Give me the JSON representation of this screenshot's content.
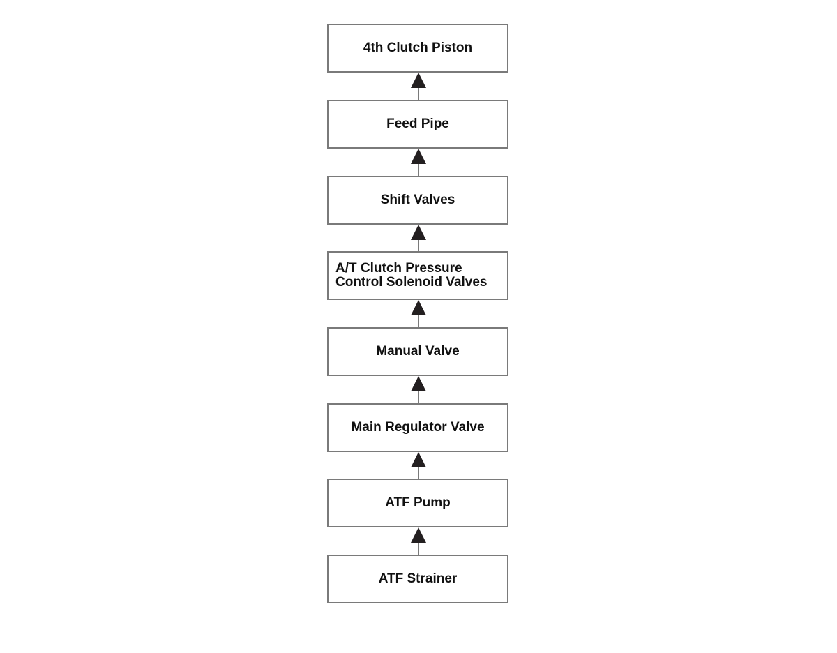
{
  "diagram": {
    "direction": "bottom-to-top",
    "line_color": "#7a7a7a",
    "arrowhead_color": "#231f20",
    "nodes": [
      {
        "id": "clutch-piston",
        "label": "4th Clutch Piston"
      },
      {
        "id": "feed-pipe",
        "label": "Feed Pipe"
      },
      {
        "id": "shift-valves",
        "label": "Shift Valves"
      },
      {
        "id": "solenoid-valves",
        "label": "A/T Clutch Pressure\nControl Solenoid Valves"
      },
      {
        "id": "manual-valve",
        "label": "Manual Valve"
      },
      {
        "id": "main-regulator-valve",
        "label": "Main Regulator Valve"
      },
      {
        "id": "atf-pump",
        "label": "ATF Pump"
      },
      {
        "id": "atf-strainer",
        "label": "ATF Strainer"
      }
    ],
    "edges": [
      {
        "from": "atf-strainer",
        "to": "atf-pump"
      },
      {
        "from": "atf-pump",
        "to": "main-regulator-valve"
      },
      {
        "from": "main-regulator-valve",
        "to": "manual-valve"
      },
      {
        "from": "manual-valve",
        "to": "solenoid-valves"
      },
      {
        "from": "solenoid-valves",
        "to": "shift-valves"
      },
      {
        "from": "shift-valves",
        "to": "feed-pipe"
      },
      {
        "from": "feed-pipe",
        "to": "clutch-piston"
      }
    ]
  }
}
